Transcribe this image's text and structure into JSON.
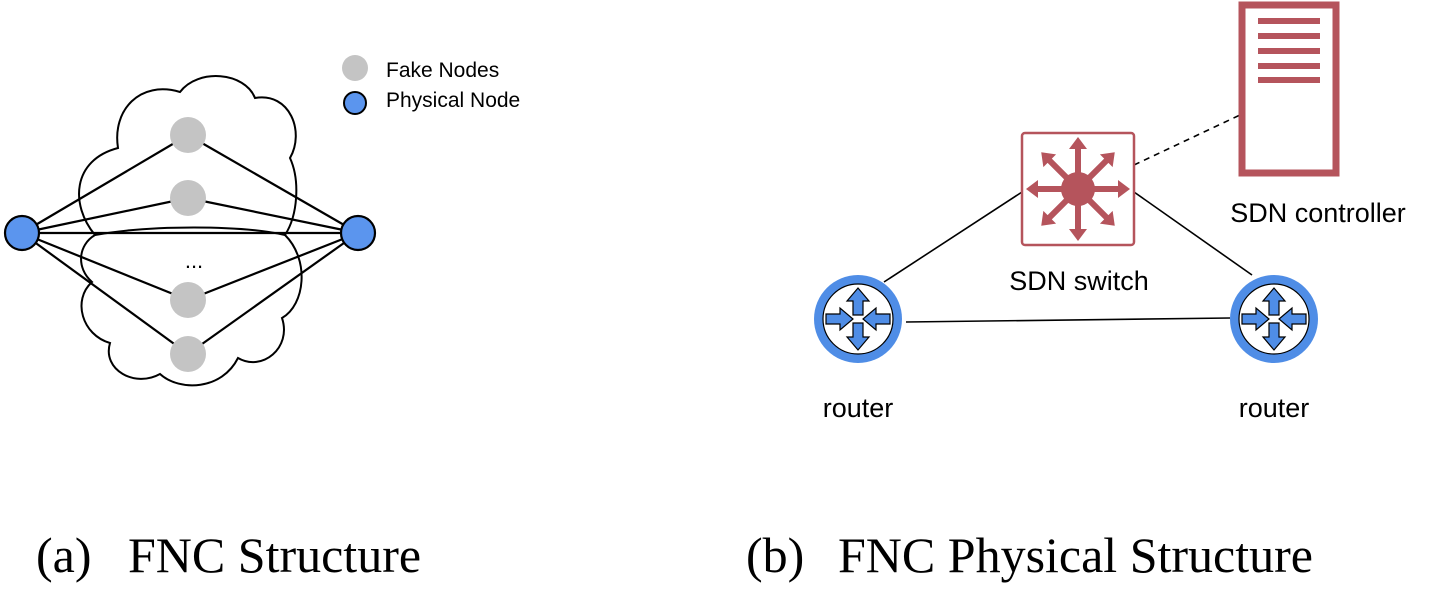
{
  "panel_a": {
    "legend": {
      "fake_label": "Fake Nodes",
      "physical_label": "Physical Node"
    },
    "ellipsis": "...",
    "caption_tag": "(a)",
    "caption_text": "FNC Structure"
  },
  "panel_b": {
    "switch_label": "SDN switch",
    "controller_label": "SDN controller",
    "router_left_label": "router",
    "router_right_label": "router",
    "caption_tag": "(b)",
    "caption_text": "FNC Physical Structure"
  },
  "colors": {
    "fake_node": "#c4c4c4",
    "physical_node": "#5b95ee",
    "router": "#4f8de6",
    "sdn": "#b5545c",
    "line": "#000000"
  }
}
